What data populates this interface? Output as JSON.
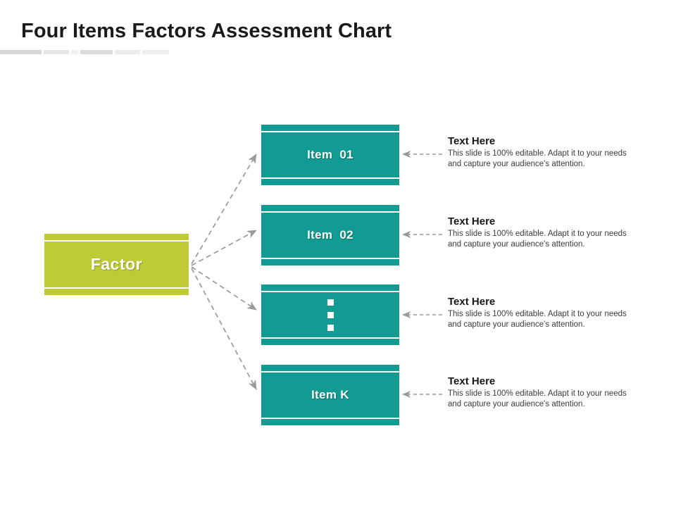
{
  "slide": {
    "title": "Four Items Factors Assessment Chart",
    "background_color": "#FFFFFF"
  },
  "colors": {
    "teal": "#119B93",
    "olive": "#BFCB35",
    "arrow_gray": "#9A9A9A",
    "title_text": "#1A1A1A",
    "body_text": "#3B3B3B",
    "node_label": "#FFFFFF"
  },
  "root_node": {
    "label": "Factor",
    "color": "#BFCB35"
  },
  "items": [
    {
      "label": "Item  01",
      "kind": "text",
      "color": "#119B93",
      "callout": {
        "heading": "Text Here",
        "body": "This slide is 100% editable. Adapt it to your needs and capture your audience's attention."
      }
    },
    {
      "label": "Item  02",
      "kind": "text",
      "color": "#119B93",
      "callout": {
        "heading": "Text Here",
        "body": "This slide is 100% editable. Adapt it to your needs and capture your audience's attention."
      }
    },
    {
      "label": "",
      "kind": "ellipsis",
      "ellipsis_dots": 3,
      "color": "#119B93",
      "callout": {
        "heading": "Text Here",
        "body": "This slide is 100% editable. Adapt it to your needs and capture your audience's attention."
      }
    },
    {
      "label": "Item K",
      "kind": "text",
      "color": "#119B93",
      "callout": {
        "heading": "Text Here",
        "body": "This slide is 100% editable. Adapt it to your needs and capture your audience's attention."
      }
    }
  ],
  "connectors": {
    "style": "dashed",
    "color": "#9A9A9A",
    "from_root_count": 4,
    "callout_arrow_direction": "left"
  }
}
